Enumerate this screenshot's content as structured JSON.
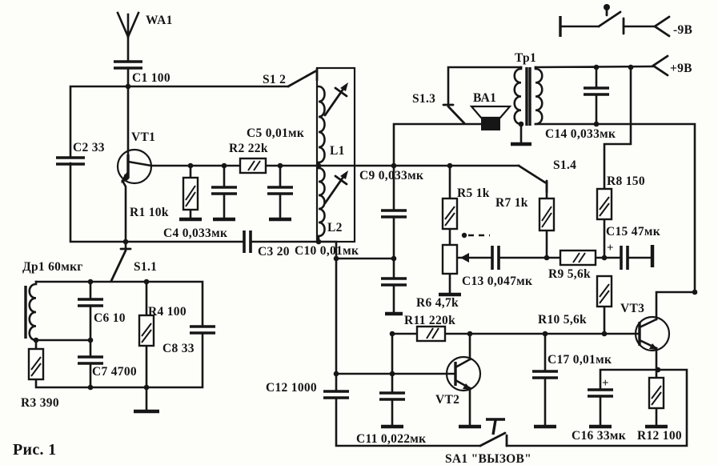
{
  "figure": {
    "caption": "Рис. 1"
  },
  "power": {
    "negative": "-9В",
    "positive": "+9В",
    "plus_sign": "+"
  },
  "labels": {
    "wa1": "WA1",
    "c1": "C1 100",
    "c2": "C2 33",
    "vt1": "VT1",
    "s1_2": "S1 2",
    "c5": "C5 0,01мк",
    "r2": "R2 22k",
    "l1": "L1",
    "l2": "L2",
    "r1": "R1 10k",
    "c4": "C4 0,033мк",
    "c3": "C3 20",
    "c9": "C9 0,033мк",
    "c10": "C10 0,01мк",
    "s1_1": "S1.1",
    "dr1": "Др1 60мкг",
    "c6": "C6 10",
    "r4": "R4 100",
    "c8": "C8 33",
    "c7": "C7 4700",
    "r3": "R3 390",
    "c12": "C12 1000",
    "c11": "C11 0,022мк",
    "sa1": "SA1 \"ВЫЗОВ\"",
    "vt2": "VT2",
    "r11": "R11 220k",
    "r6": "R6 4,7k",
    "c13": "C13 0,047мк",
    "r5": "R5 1k",
    "r7": "R7 1k",
    "s1_3": "S1.3",
    "ba1": "ВА1",
    "tp1": "Тр1",
    "s1_4": "S1.4",
    "c14": "C14 0,033мк",
    "r8": "R8 150",
    "c15": "C15 47мк",
    "r9": "R9 5,6k",
    "r10": "R10 5,6k",
    "vt3": "VT3",
    "c17": "C17 0,01мк",
    "c16": "C16 33мк",
    "r12": "R12 100"
  }
}
